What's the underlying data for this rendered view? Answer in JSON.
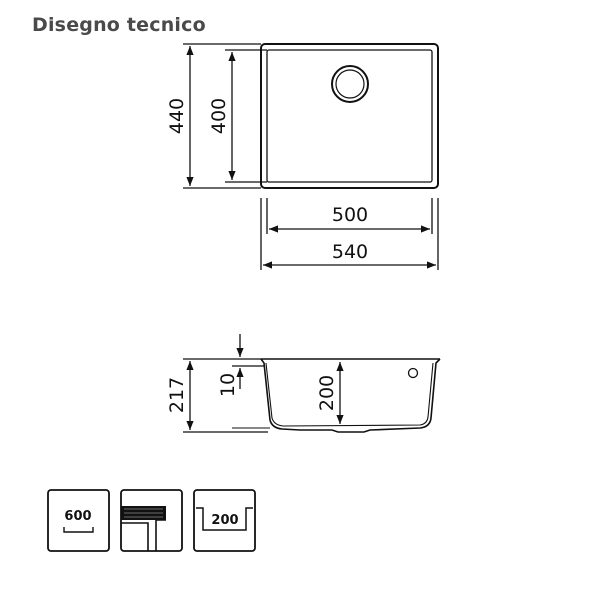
{
  "header": {
    "title": "Disegno tecnico"
  },
  "top_view": {
    "outer_width": "540",
    "inner_width": "500",
    "outer_height": "440",
    "inner_height": "400"
  },
  "side_view": {
    "total_depth": "217",
    "rim": "10",
    "bowl_depth": "200"
  },
  "icons": {
    "cabinet": "600",
    "depth": "200"
  }
}
